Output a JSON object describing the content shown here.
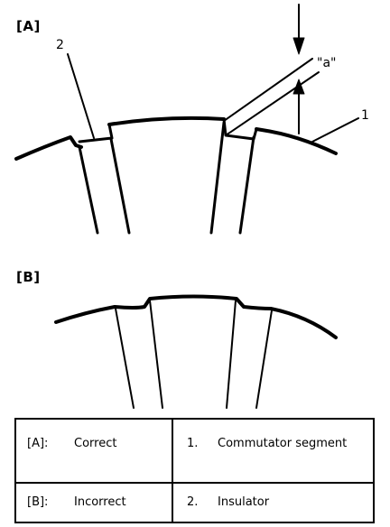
{
  "figure_a": {
    "label": "[A]",
    "callouts": {
      "insulator_number": "2",
      "segment_number": "1",
      "dimension_label": "\"a\""
    }
  },
  "figure_b": {
    "label": "[B]"
  },
  "legend": {
    "rows": [
      {
        "key": "[A]:",
        "value": "Correct",
        "number": "1.",
        "description": "Commutator segment"
      },
      {
        "key": "[B]:",
        "value": "Incorrect",
        "number": "2.",
        "description": "Insulator"
      }
    ]
  }
}
